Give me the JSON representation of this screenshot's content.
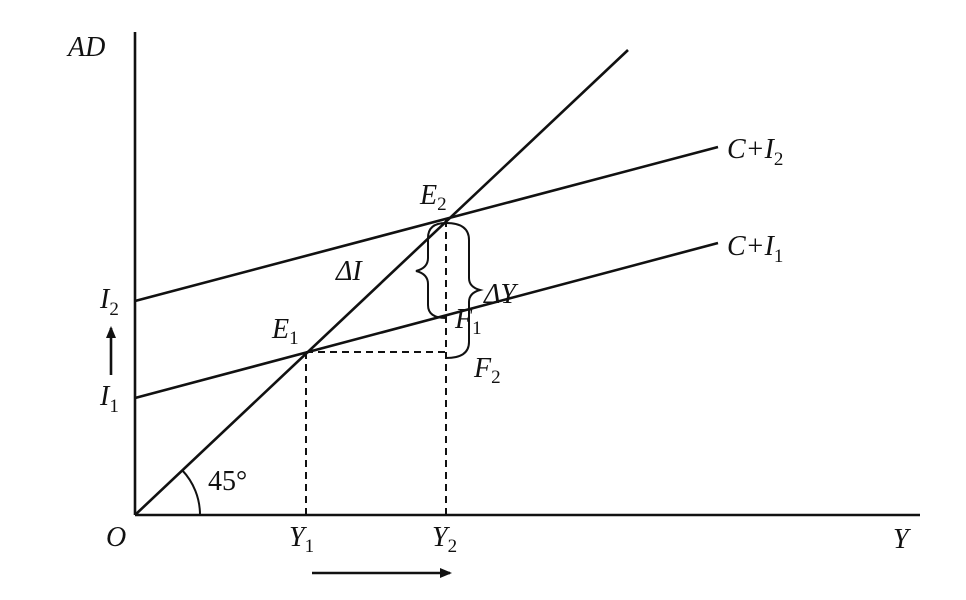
{
  "axes": {
    "y_label": "AD",
    "x_label": "Y",
    "origin_label": "O"
  },
  "angle_label": "45°",
  "lines": {
    "upper": {
      "main": "C+I",
      "sub": "2"
    },
    "lower": {
      "main": "C+I",
      "sub": "1"
    }
  },
  "points": {
    "e1": {
      "main": "E",
      "sub": "1"
    },
    "e2": {
      "main": "E",
      "sub": "2"
    },
    "f1": {
      "main": "F",
      "sub": "1"
    },
    "f2": {
      "main": "F",
      "sub": "2"
    }
  },
  "intercepts": {
    "i1": {
      "main": "I",
      "sub": "1"
    },
    "i2": {
      "main": "I",
      "sub": "2"
    }
  },
  "x_ticks": {
    "y1": {
      "main": "Y",
      "sub": "1"
    },
    "y2": {
      "main": "Y",
      "sub": "2"
    }
  },
  "braces": {
    "delta_i": "ΔI",
    "delta_y": "ΔY"
  }
}
